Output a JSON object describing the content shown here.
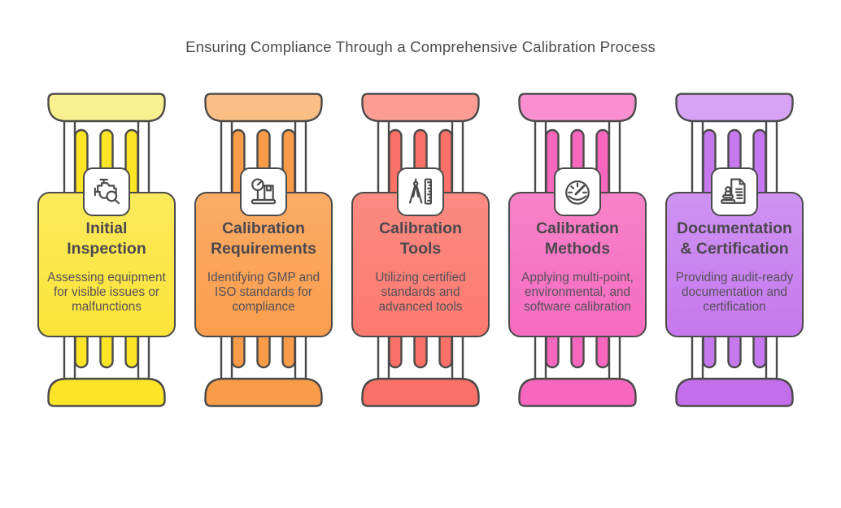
{
  "page": {
    "title": "Ensuring Compliance Through a Comprehensive Calibration Process",
    "background_color": "#ffffff",
    "outline_color": "#4A4A4A",
    "title_color": "#4e4b51",
    "body_text_color": "#565059"
  },
  "steps": [
    {
      "title": "Initial\nInspection",
      "description": "Assessing equipment for visible issues or malfunctions",
      "icon": "engine-diagnostic-search-icon",
      "colors": {
        "cap_top": "#FAF08F",
        "card_top": "#FBEA5C",
        "card_bottom": "#FCE438",
        "tube": "#FCE527",
        "cap_bottom": "#FCE527"
      }
    },
    {
      "title": "Calibration\nRequirements",
      "description": "Identifying GMP and ISO standards for compliance",
      "icon": "weighing-scale-icon",
      "colors": {
        "cap_top": "#FBBE85",
        "card_top": "#FAAC66",
        "card_bottom": "#F99E4D",
        "tube": "#F99C49",
        "cap_bottom": "#F99C49"
      }
    },
    {
      "title": "Calibration\nTools",
      "description": "Utilizing certified standards and advanced tools",
      "icon": "compass-ruler-icon",
      "colors": {
        "cap_top": "#FC9D94",
        "card_top": "#FB8B81",
        "card_bottom": "#FC7A6F",
        "tube": "#FB7167",
        "cap_bottom": "#FB7167"
      }
    },
    {
      "title": "Calibration\nMethods",
      "description": "Applying multi-point, environmental, and software calibration",
      "icon": "speedometer-gauge-icon",
      "colors": {
        "cap_top": "#F98FD0",
        "card_top": "#F782C8",
        "card_bottom": "#F66CC0",
        "tube": "#F667BD",
        "cap_bottom": "#F667BD"
      }
    },
    {
      "title": "Documentation\n& Certification",
      "description": "Providing audit-ready documentation and certification",
      "icon": "document-stamp-icon",
      "colors": {
        "cap_top": "#D6A3F5",
        "card_top": "#CE93F1",
        "card_bottom": "#C678EE",
        "tube": "#C678EE",
        "cap_bottom": "#C36FEC"
      }
    }
  ]
}
